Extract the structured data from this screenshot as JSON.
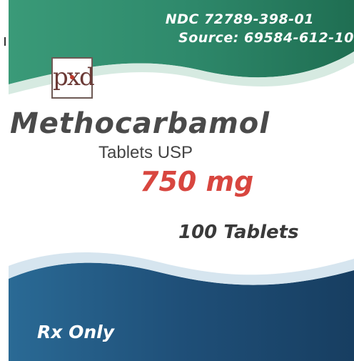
{
  "header": {
    "ndc": "NDC 72789-398-01",
    "source": "Source: 69584-612-10"
  },
  "logo": {
    "text": "pxd",
    "icon": "pxd-logo-icon"
  },
  "product": {
    "name": "Methocarbamol",
    "form": "Tablets USP",
    "strength": "750 mg",
    "count": "100 Tablets"
  },
  "footer": {
    "rx": "Rx Only"
  },
  "colors": {
    "top_band_green": "#2f8a6c",
    "top_band_light": "#cfe6dc",
    "bottom_band_blue": "#1f4f78",
    "bottom_band_light": "#cfe0ec",
    "strength_red": "#d8463f",
    "name_gray": "#4a4a4a"
  }
}
